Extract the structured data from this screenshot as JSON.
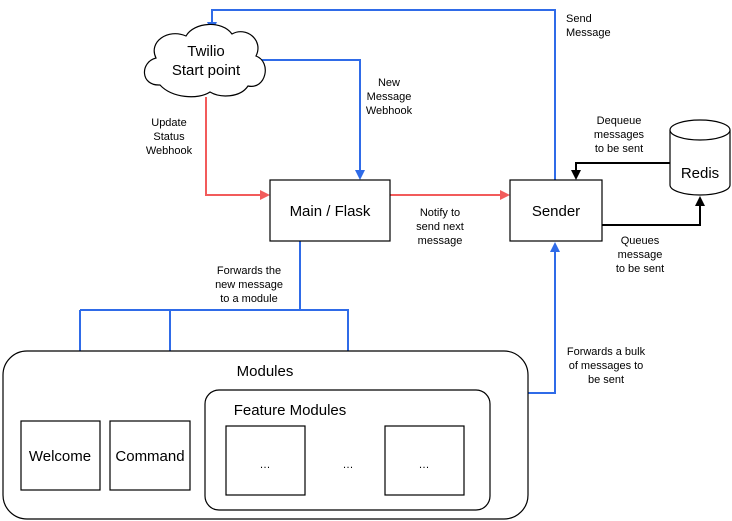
{
  "colors": {
    "blue": "#2f6be8",
    "red": "#f25b5b",
    "black": "#000000"
  },
  "nodes": {
    "twilio": [
      "Twilio",
      "Start point"
    ],
    "main": "Main / Flask",
    "sender": "Sender",
    "redis": "Redis",
    "modules_title": "Modules",
    "feature_title": "Feature Modules",
    "welcome": "Welcome",
    "command": "Command",
    "feature_placeholder": "…",
    "feature_gap": "…"
  },
  "edges": {
    "send_message": [
      "Send",
      "Message"
    ],
    "new_message_webhook": [
      "New",
      "Message",
      "Webhook"
    ],
    "update_status_webhook": [
      "Update",
      "Status",
      "Webhook"
    ],
    "notify_sender": [
      "Notify to",
      "send next",
      "message"
    ],
    "dequeue": [
      "Dequeue",
      "messages",
      "to be sent"
    ],
    "queue": [
      "Queues",
      "message",
      "to be sent"
    ],
    "forwards_module": [
      "Forwards the",
      "new message",
      "to a module"
    ],
    "forwards_bulk": [
      "Forwards a bulk",
      "of messages to",
      "be sent"
    ]
  }
}
